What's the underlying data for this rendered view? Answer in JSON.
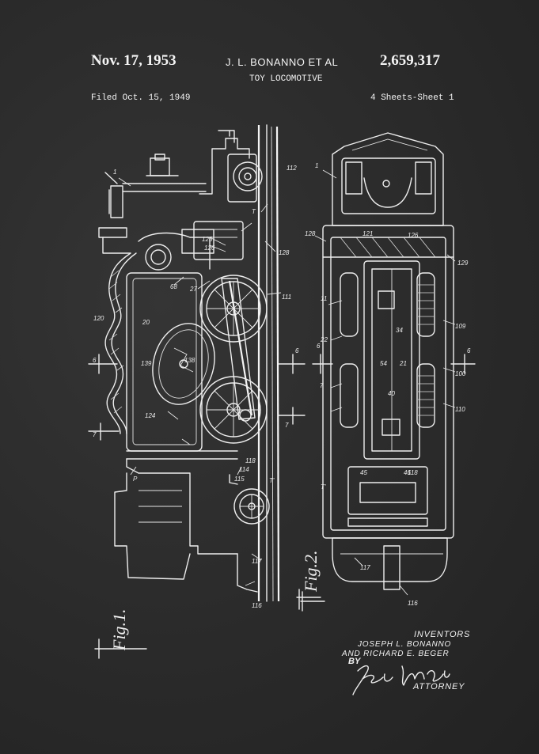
{
  "header": {
    "date": "Nov. 17, 1953",
    "inventor_names": "J. L. BONANNO",
    "et_al": "ET AL",
    "patent_number": "2,659,317",
    "title": "TOY LOCOMOTIVE",
    "filed": "Filed Oct. 15, 1949",
    "sheets": "4 Sheets-Sheet 1"
  },
  "figures": [
    {
      "label": "Fig.1."
    },
    {
      "label": "Fig.2."
    }
  ],
  "reference_numerals": {
    "fig1": [
      "1",
      "68",
      "27",
      "125",
      "126",
      "128",
      "120",
      "20",
      "138",
      "139",
      "124",
      "118",
      "116",
      "115",
      "114",
      "117",
      "111",
      "112",
      "P",
      "T",
      "T'",
      "6",
      "7"
    ],
    "fig2": [
      "1",
      "128",
      "121",
      "126",
      "129",
      "11",
      "22",
      "34",
      "21",
      "54",
      "40",
      "45",
      "46",
      "109",
      "100",
      "110",
      "118",
      "116",
      "117",
      "6",
      "7",
      "T'"
    ]
  },
  "inventors": {
    "heading": "INVENTORS",
    "line1": "JOSEPH L. BONANNO",
    "line2": "AND RICHARD E. BEGER",
    "by": "BY",
    "signature": "John M. Cole",
    "role": "ATTORNEY"
  },
  "colors": {
    "background": "#2b2b2b",
    "ink": "#f2f2f2"
  }
}
